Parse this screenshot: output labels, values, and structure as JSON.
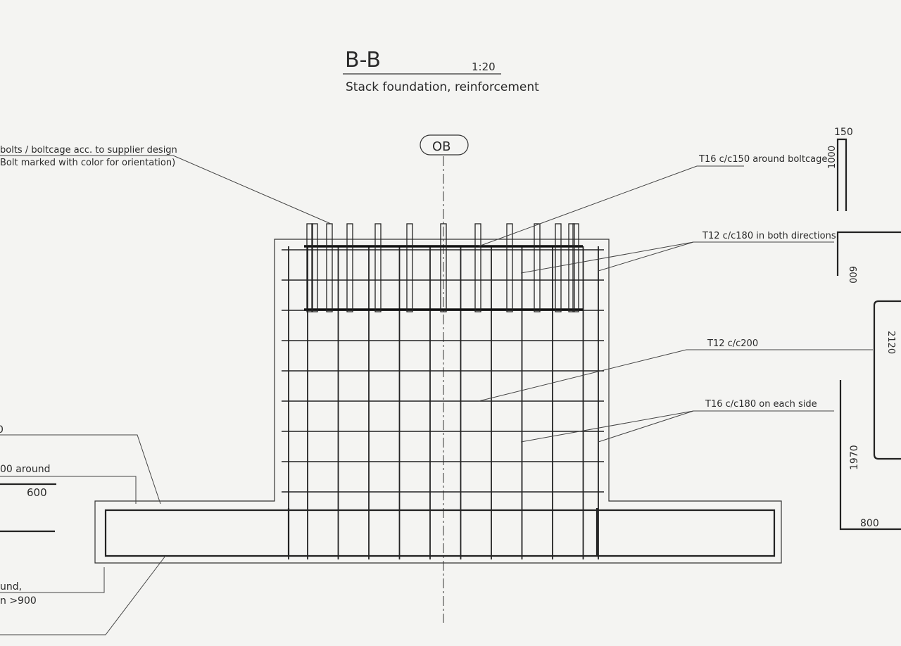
{
  "title": {
    "name": "B-B",
    "scale": "1:20",
    "subtitle": "Stack foundation, reinforcement"
  },
  "axis_label": "OB",
  "labels": {
    "anchor_bolts_line1": "bolts / boltcage acc. to supplier design",
    "anchor_bolts_line2": "Bolt marked with color for orientation)",
    "boltcage_bars": "T16 c/c150 around boltcage",
    "top_mesh": "T12 c/c180 in both directions",
    "pedestal_links": "T12 c/c200",
    "pedestal_vertical": "T16 c/c180 on each side",
    "left_label_1": "0",
    "left_label_2": "00 around",
    "left_label_3": "und,",
    "left_label_4": "n >900"
  },
  "bar_shapes": {
    "shape1_width": "150",
    "shape1_height": "1000",
    "shape2_leg": "600",
    "shape3_height": "2120",
    "shape4_height": "1970",
    "shape4_leg": "800",
    "left_shape_leg": "600"
  }
}
